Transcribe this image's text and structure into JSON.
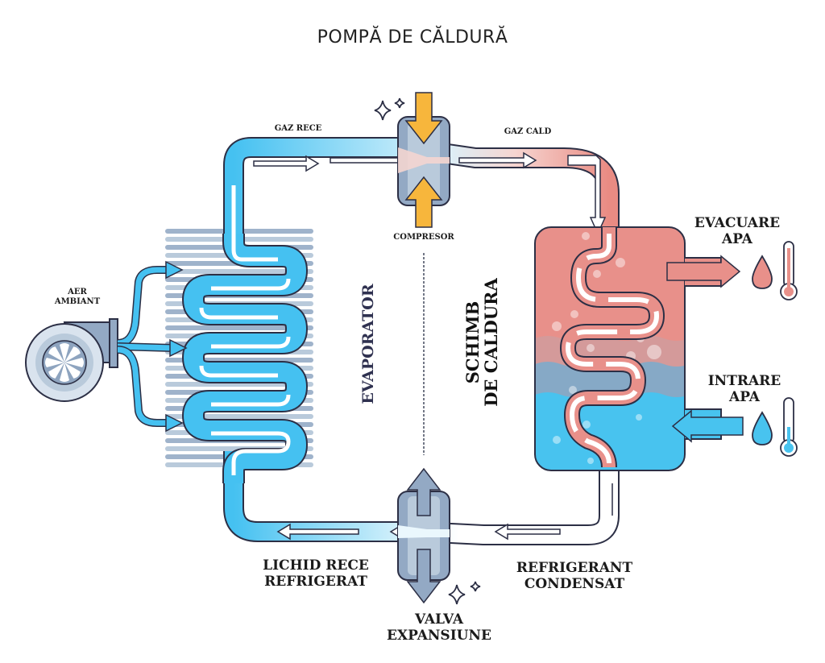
{
  "title": "POMPĂ DE CĂLDURĂ",
  "labels": {
    "gaz_rece": "GAZ RECE",
    "gaz_cald": "GAZ CALD",
    "compresor": "COMPRESOR",
    "aer_ambiant": "AER\nAMBIANT",
    "evaporator": "EVAPORATOR",
    "schimb_caldura": "SCHIMB\nDE CALDURA",
    "evacuare_apa": "EVACUARE\nAPA",
    "intrare_apa": "INTRARE\nAPA",
    "lichid_rece": "LICHID RECE\nREFRIGERAT",
    "refrigerant_condensat": "REFRIGERANT\nCONDENSAT",
    "valva_expansiune": "VALVA\nEXPANSIUNE"
  },
  "icons": {
    "fan": "fan-icon",
    "hot_drop": "hot-water-drop-icon",
    "cold_drop": "cold-water-drop-icon",
    "hot_thermo": "thermometer-hot-icon",
    "cold_thermo": "thermometer-cold-icon",
    "sparkle": "sparkle-icon"
  },
  "colors": {
    "cold_pipe": "#45c1f1",
    "cold_light": "#d6f1fb",
    "hot_pipe": "#e98b83",
    "hot_light": "#f7d7d3",
    "outline": "#2c2f45",
    "metal": "#93a9c4",
    "metal_light": "#b9cadb",
    "arrow_yellow": "#f7b63c",
    "fin": "#9fb3cb",
    "water_hot": "#e8908a",
    "water_cold": "#48c3ef",
    "water_mid": "#d49a9a"
  }
}
